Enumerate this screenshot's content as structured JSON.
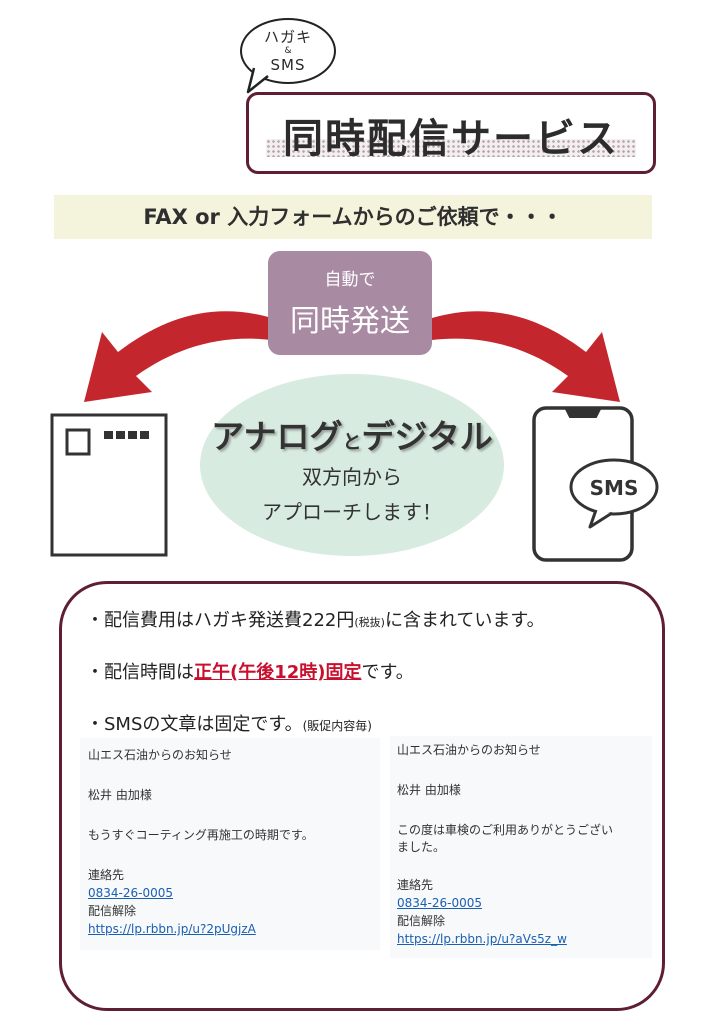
{
  "badge": {
    "line1": "ハガキ",
    "line2": "&",
    "line3": "SMS"
  },
  "title": "同時配信サービス",
  "request_text": "FAX or 入力フォームからのご依頼で・・・",
  "auto_box": {
    "line1": "自動で",
    "line2": "同時発送"
  },
  "center": {
    "main_part1": "アナログ",
    "main_small": "と",
    "main_part2": "デジタル",
    "sub_line1": "双方向から",
    "sub_line2": "アプローチします！"
  },
  "phone_icon_label": "SMS",
  "bullets": {
    "b1_pre": "・配信費用はハガキ発送費222円",
    "b1_tax": "(税抜)",
    "b1_post": "に含まれています。",
    "b2_pre": "・配信時間は",
    "b2_red": "正午(午後12時)固定",
    "b2_post": "です。",
    "b3_pre": "・SMSの文章は固定です。",
    "b3_note": "(販促内容毎)"
  },
  "sms_left": {
    "header": "山エス石油からのお知らせ",
    "name": "松井 由加様",
    "message": "もうすぐコーティング再施工の時期です。",
    "contact_label": "連絡先",
    "phone": "0834-26-0005",
    "unsubscribe_label": "配信解除",
    "url": "https://lp.rbbn.jp/u?2pUgjzA"
  },
  "sms_right": {
    "header": "山エス石油からのお知らせ",
    "name": "松井 由加様",
    "message_line1": "この度は車検のご利用ありがとうござい",
    "message_line2": "ました。",
    "contact_label": "連絡先",
    "phone": "0834-26-0005",
    "unsubscribe_label": "配信解除",
    "url": "https://lp.rbbn.jp/u?aVs5z_w"
  },
  "colors": {
    "frame": "#5e1e33",
    "arrow": "#c4262e",
    "auto_box": "#a88aa3",
    "ellipse": "#d7ebe0",
    "band": "#f4f4dc",
    "highlight_red": "#c8102e",
    "link": "#1a5fb4"
  },
  "icons": [
    "speech-bubble-icon",
    "postcard-icon",
    "smartphone-icon",
    "sms-chat-icon",
    "curved-arrow-left-icon",
    "curved-arrow-right-icon"
  ]
}
